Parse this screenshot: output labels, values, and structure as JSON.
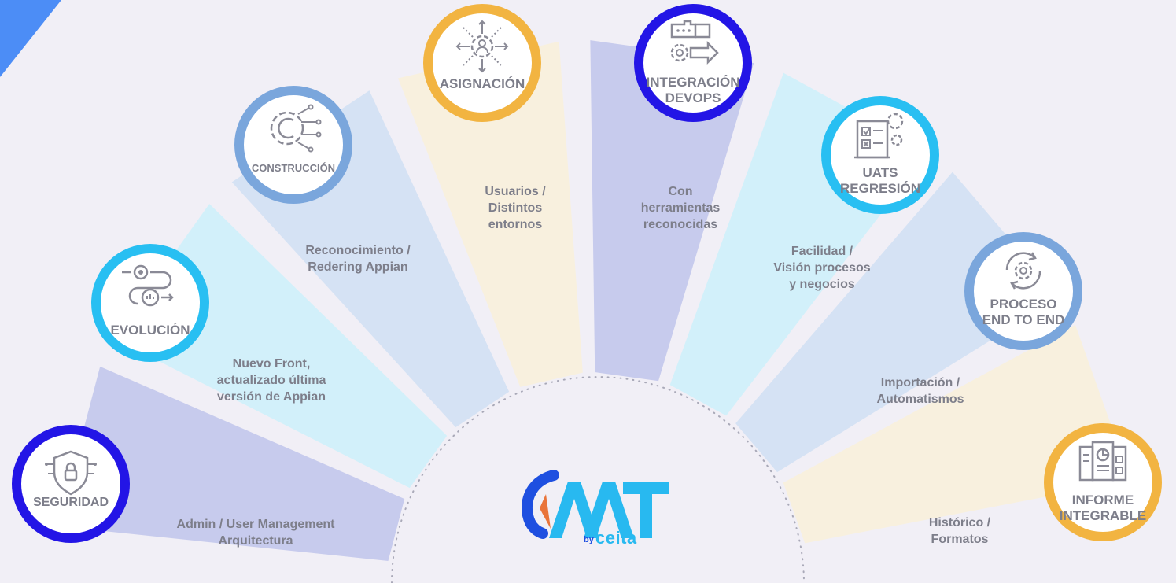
{
  "colors": {
    "background": "#f1eff6",
    "text": "#7d7e8a",
    "navy_ring": "#2315e6",
    "steel_ring": "#7aa6dc",
    "cyan_ring": "#28bff2",
    "gold_ring": "#f2b441",
    "lavender_band": "#c7cbed",
    "steel_band": "#d5e2f4",
    "sky_band": "#d2f0fa",
    "cream_band": "#f8f0de"
  },
  "segments": [
    {
      "badge": "SEGURIDAD",
      "icon": "security-shield-lock-icon",
      "text": "Admin / User Management\nArquitectura",
      "band": "lavender_band",
      "ring": "navy_ring"
    },
    {
      "badge": "EVOLUCIÓN",
      "icon": "gears-progress-icon",
      "text": "Nuevo Front,\nactualizado última\nversión de Appian",
      "band": "sky_band",
      "ring": "cyan_ring"
    },
    {
      "badge": "CONSTRUCCIÓN",
      "icon": "gear-circuit-icon",
      "text": "Reconocimiento /\nRedering Appian",
      "band": "steel_band",
      "ring": "steel_ring"
    },
    {
      "badge": "ASIGNACIÓN",
      "icon": "user-assign-arrows-icon",
      "text": "Usuarios /\nDistintos\nentornos",
      "band": "cream_band",
      "ring": "gold_ring"
    },
    {
      "badge": "INTEGRACIÓN\nDEVOPS",
      "icon": "puzzle-gear-arrow-icon",
      "text": "Con\nherramientas\nreconocidas",
      "band": "lavender_band",
      "ring": "navy_ring"
    },
    {
      "badge": "UATS\nREGRESIÓN",
      "icon": "checklist-gears-icon",
      "text": "Facilidad /\nVisión procesos\ny negocios",
      "band": "sky_band",
      "ring": "cyan_ring"
    },
    {
      "badge": "PROCESO\nEND TO END",
      "icon": "cycle-gear-icon",
      "text": "Importación /\nAutomatismos",
      "band": "steel_band",
      "ring": "steel_ring"
    },
    {
      "badge": "INFORME\nINTEGRABLE",
      "icon": "report-document-icon",
      "text": "Histórico /\nFormatos",
      "band": "cream_band",
      "ring": "gold_ring"
    }
  ],
  "logo": {
    "main": "AAT",
    "by": "by",
    "brand": "ceita"
  }
}
